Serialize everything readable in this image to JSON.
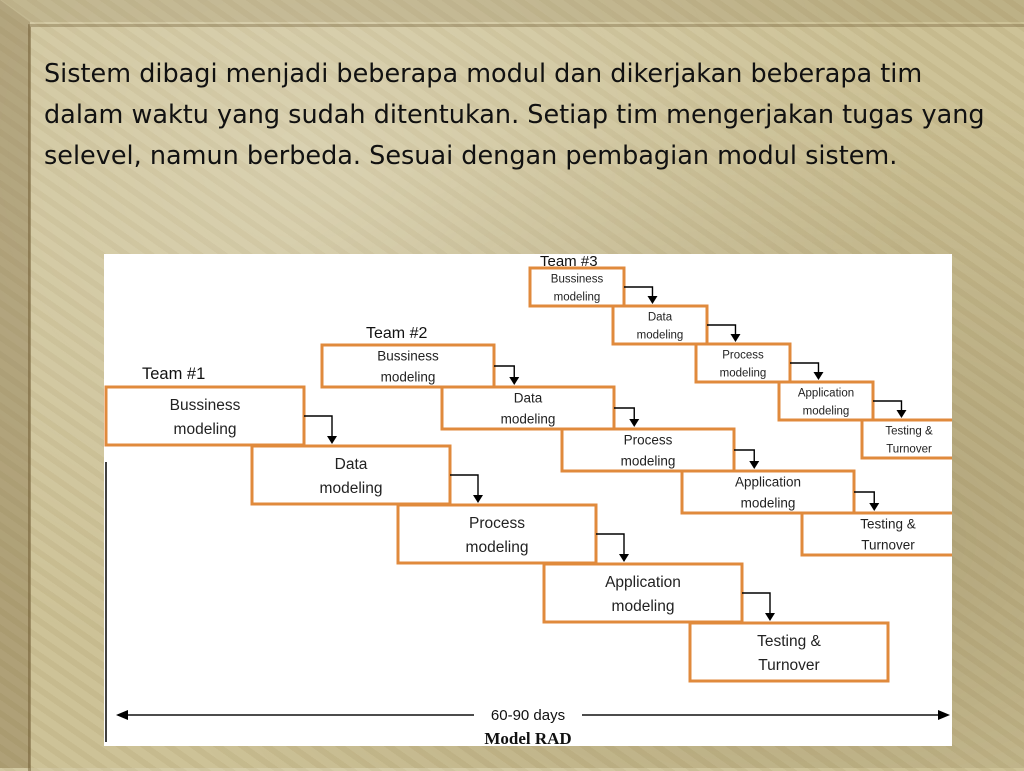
{
  "intro_text": "Sistem dibagi menjadi beberapa modul dan dikerjakan beberapa tim dalam waktu yang sudah ditentukan. Setiap tim mengerjakan tugas yang selevel, namun berbeda. Sesuai dengan pembagian modul sistem.",
  "colors": {
    "box_border": "#e08a3c",
    "diagram_bg": "#ffffff"
  },
  "diagram": {
    "teams": [
      {
        "label": "Team #1",
        "steps": [
          [
            "Bussiness",
            "modeling"
          ],
          [
            "Data",
            "modeling"
          ],
          [
            "Process",
            "modeling"
          ],
          [
            "Application",
            "modeling"
          ],
          [
            "Testing &",
            "Turnover"
          ]
        ]
      },
      {
        "label": "Team #2",
        "steps": [
          [
            "Bussiness",
            "modeling"
          ],
          [
            "Data",
            "modeling"
          ],
          [
            "Process",
            "modeling"
          ],
          [
            "Application",
            "modeling"
          ],
          [
            "Testing &",
            "Turnover"
          ]
        ]
      },
      {
        "label": "Team #3",
        "steps": [
          [
            "Bussiness",
            "modeling"
          ],
          [
            "Data",
            "modeling"
          ],
          [
            "Process",
            "modeling"
          ],
          [
            "Application",
            "modeling"
          ],
          [
            "Testing &",
            "Turnover"
          ]
        ]
      }
    ],
    "duration_label": "60-90 days",
    "model_label": "Model RAD"
  }
}
